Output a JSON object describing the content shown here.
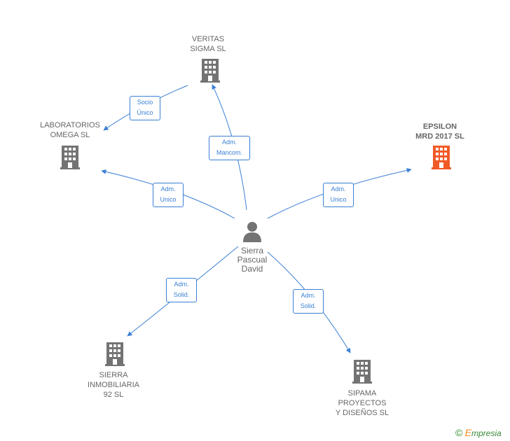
{
  "colors": {
    "edge": "#3b7fd4",
    "building": "#737373",
    "building_highlight": "#f05a28",
    "person": "#737373"
  },
  "nodes": {
    "veritas": {
      "label": "VERITAS\nSIGMA  SL",
      "icon": "building-icon"
    },
    "laboratorios": {
      "label": "LABORATORIOS\nOMEGA  SL",
      "icon": "building-icon"
    },
    "epsilon": {
      "label": "EPSILON\nMRD 2017  SL",
      "icon": "building-icon"
    },
    "person": {
      "label": "Sierra\nPascual\nDavid",
      "icon": "person-icon"
    },
    "sierra_inmobiliaria": {
      "label": "SIERRA\nINMOBILIARIA\n92 SL",
      "icon": "building-icon"
    },
    "sipama": {
      "label": "SIPAMA\nPROYECTOS\nY DISEÑOS  SL",
      "icon": "building-icon"
    }
  },
  "edges": {
    "socio_unico": "Socio\nÚnico",
    "adm_mancom": "Adm.\nMancom.",
    "adm_unico_left": "Adm.\nUnico",
    "adm_unico_right": "Adm.\nUnico",
    "adm_solid_left": "Adm.\nSolid.",
    "adm_solid_right": "Adm.\nSolid."
  },
  "watermark": {
    "symbol": "©",
    "brand_initial": "E",
    "brand_rest": "mpresia"
  }
}
